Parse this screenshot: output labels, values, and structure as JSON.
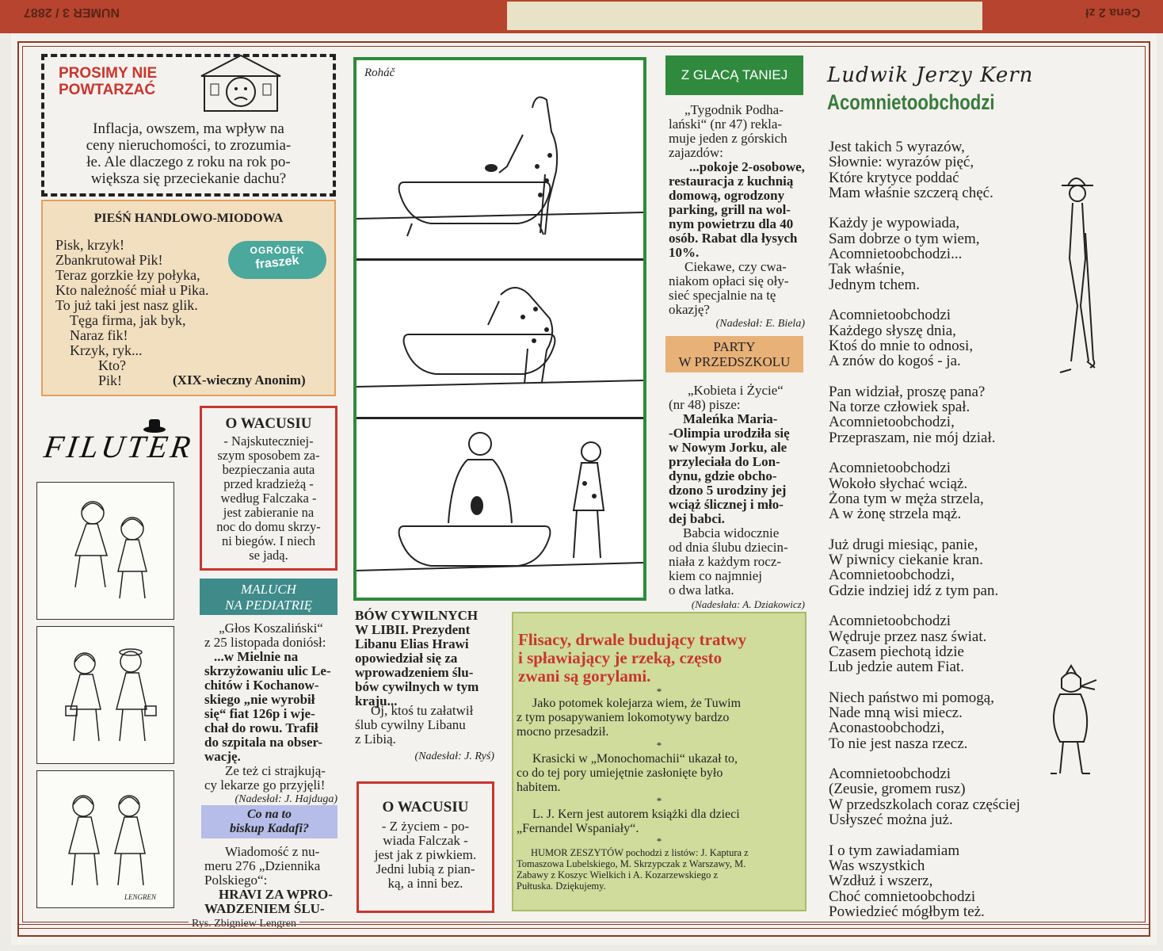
{
  "header_top": {
    "left_text": "NUMER 3 / 2887",
    "right_text": "Cena 2 zł"
  },
  "prosimy": {
    "title_lines": [
      "PROSIMY NIE",
      "POWTARZAĆ"
    ],
    "text_lines": [
      "Inflacja, owszem, ma wpływ na",
      "ceny nieruchomości, to zrozumia-",
      "łe. Ale dlaczego z roku na rok po-",
      "większa się przeciekanie dachu?"
    ]
  },
  "piesn": {
    "title": "PIEŚŃ HANDLOWO-MIODOWA",
    "lines": [
      "Pisk, krzyk!",
      "Zbankrutował Pik!",
      "Teraz gorzkie łzy połyka,",
      "Kto należność miał u Pika.",
      "To już taki jest nasz glik.",
      "Tęga firma, jak byk,",
      "Naraz fik!",
      "Krzyk, ryk...",
      "Kto?",
      "Pik!"
    ],
    "author": "(XIX-wieczny Anonim)",
    "logo_top": "OGRÓDEK",
    "logo_bottom": "fraszek"
  },
  "filuter": {
    "logo": "FILUTER",
    "credit": "Rys. Zbigniew Lengren",
    "signature": "LENGREN"
  },
  "wacus1": {
    "title": "O WACUSIU",
    "lines": [
      "- Najskuteczniej-",
      "szym sposobem za-",
      "bezpieczania auta",
      "przed kradzieżą -",
      "według Falczaka -",
      "jest zabieranie na",
      "noc do domu skrzy-",
      "ni biegów. I niech",
      "se jadą."
    ]
  },
  "maluch": {
    "title_lines": [
      "MALUCH",
      "NA PEDIATRIĘ"
    ],
    "intro_lines": [
      "„Głos Koszaliński“",
      "z 25 listopada doniósł:"
    ],
    "quote_lines": [
      "...w Mielnie na",
      "skrzyżowaniu ulic Le-",
      "chitów i Kochanow-",
      "skiego „nie wyrobił",
      "się“ fiat 126p i wje-",
      "chał do rowu. Trafił",
      "do szpitala na obser-",
      "wację."
    ],
    "comment_lines": [
      "Ze też ci strajkują-",
      "cy lekarze go przyjęli!"
    ],
    "sender": "(Nadesłał: J. Hajduga)"
  },
  "kadafi": {
    "title_lines": [
      "Co na to",
      "biskup Kadafi?"
    ],
    "intro_lines": [
      "Wiadomość z nu-",
      "meru 276 „Dziennika",
      "Polskiego“:"
    ],
    "quote_lines": [
      "HRAVI ZA WPRO-",
      "WADZENIEM ŚLU-"
    ]
  },
  "rohac": {
    "label": "Roháč"
  },
  "libia": {
    "quote_lines": [
      "BÓW CYWILNYCH",
      "W LIBII. Prezydent",
      "Libanu Elias Hrawi",
      "opowiedział się za",
      "wprowadzeniem ślu-",
      "bów cywilnych w tym",
      "kraju..."
    ],
    "comment_lines": [
      "Oj, ktoś tu załatwił",
      "ślub cywilny Libanu",
      "z Libią."
    ],
    "sender": "(Nadesłał: J. Ryś)"
  },
  "wacus2": {
    "title": "O WACUSIU",
    "lines": [
      "- Z życiem - po-",
      "wiada Falczak -",
      "jest jak z piwkiem.",
      "Jedni lubią z pian-",
      "ką, a inni bez."
    ]
  },
  "glaca": {
    "title": "Z GLACĄ TANIEJ",
    "intro_lines": [
      "„Tygodnik Podha-",
      "lański“ (nr 47) rekla-",
      "muje jeden z górskich",
      "zajazdów:"
    ],
    "quote_lines": [
      "...pokoje 2-osobowe,",
      "restauracja z kuchnią",
      "domową, ogrodzony",
      "parking, grill na wol-",
      "nym powietrzu dla 40",
      "osób. Rabat dla łysych",
      "10%."
    ],
    "comment_lines": [
      "Ciekawe, czy cwa-",
      "niakom opłaci się oły-",
      "sieć specjalnie na tę",
      "okazję?"
    ],
    "sender": "(Nadesłał: E. Biela)"
  },
  "party": {
    "title_lines": [
      "PARTY",
      "W PRZEDSZKOLU"
    ],
    "intro_lines": [
      "„Kobieta i Życie“",
      "(nr 48) pisze:"
    ],
    "quote_lines": [
      "Maleńka Maria-",
      "-Olimpia urodziła się",
      "w Nowym Jorku, ale",
      "przyleciała do Lon-",
      "dynu, gdzie obcho-",
      "dzono 5 urodziny jej",
      "wciąż ślicznej i mło-",
      "dej babci."
    ],
    "comment_lines": [
      "Babcia widocznie",
      "od dnia ślubu dziecin-",
      "niała z każdym rocz-",
      "kiem co najmniej",
      "o dwa latka."
    ],
    "sender": "(Nadesłała: A. Dziakowicz)"
  },
  "flisacy": {
    "headline_lines": [
      "Flisacy, drwale budujący tratwy",
      "i spławiający je rzeką, często",
      "zwani są gorylami."
    ],
    "star": "*",
    "para1_lines": [
      "Jako potomek kolejarza wiem, że Tuwim",
      "z tym posapywaniem lokomotywy bardzo",
      "mocno przesadził."
    ],
    "para2_lines": [
      "Krasicki w „Monochomachii“ ukazał to,",
      "co do tej pory umiejętnie zasłonięte było",
      "habitem."
    ],
    "para3_lines": [
      "L. J. Kern jest autorem książki dla dzieci",
      "„Fernandel Wspaniały“."
    ],
    "footer_lines": [
      "HUMOR ZESZYTÓW pochodzi z listów: J. Kaptura z",
      "Tomaszowa Lubelskiego, M. Skrzypczak z Warszawy, M.",
      "Zabawy z Koszyc Wielkich i A. Kozarzewskiego z",
      "Pułtuska. Dziękujemy."
    ]
  },
  "kern": {
    "author": "Ludwik Jerzy Kern",
    "title": "Acomnietoobchodzi",
    "stanzas": [
      [
        "Jest takich 5 wyrazów,",
        "Słownie: wyrazów pięć,",
        "Które krytyce poddać",
        "Mam właśnie szczerą chęć."
      ],
      [
        "Każdy je wypowiada,",
        "Sam dobrze o tym wiem,",
        "Acomnietoobchodzi...",
        "Tak właśnie,",
        "Jednym tchem."
      ],
      [
        "Acomnietoobchodzi",
        "Każdego słyszę dnia,",
        "Ktoś do mnie to odnosi,",
        "A znów do kogoś - ja."
      ],
      [
        "Pan widział, proszę pana?",
        "Na torze człowiek spał.",
        "Acomnietoobchodzi,",
        "Przepraszam, nie mój dział."
      ],
      [
        "Acomnietoobchodzi",
        "Wokoło słychać wciąż.",
        "Żona tym w męża strzela,",
        "A w żonę strzela mąż."
      ],
      [
        "Już drugi miesiąc, panie,",
        "W piwnicy ciekanie kran.",
        "Acomnietoobchodzi,",
        "Gdzie indziej idź z tym pan."
      ],
      [
        "Acomnietoobchodzi",
        "Wędruje przez nasz świat.",
        "Czasem piechotą idzie",
        "Lub jedzie autem Fiat."
      ],
      [
        "Niech państwo mi pomogą,",
        "Nade mną wisi miecz.",
        "Aconastoobchodzi,",
        "To nie jest nasza rzecz."
      ],
      [
        "Acomnietoobchodzi",
        "(Zeusie, gromem rusz)",
        "W przedszkolach coraz częściej",
        "Usłyszeć można już."
      ],
      [
        "I o tym zawiadamiam",
        "Was wszystkich",
        "Wzdłuż i wszerz,",
        "Choć comnietoobchodzi",
        "Powiedzieć mógłbym też."
      ]
    ]
  },
  "colors": {
    "frame": "#8c3a26",
    "green": "#2f8a3e",
    "teal": "#3e8b8a",
    "orange_box": "#e7b178",
    "green_box": "#cfdc9c",
    "headline_red": "#c8352f",
    "title_green": "#3a7a3c"
  }
}
